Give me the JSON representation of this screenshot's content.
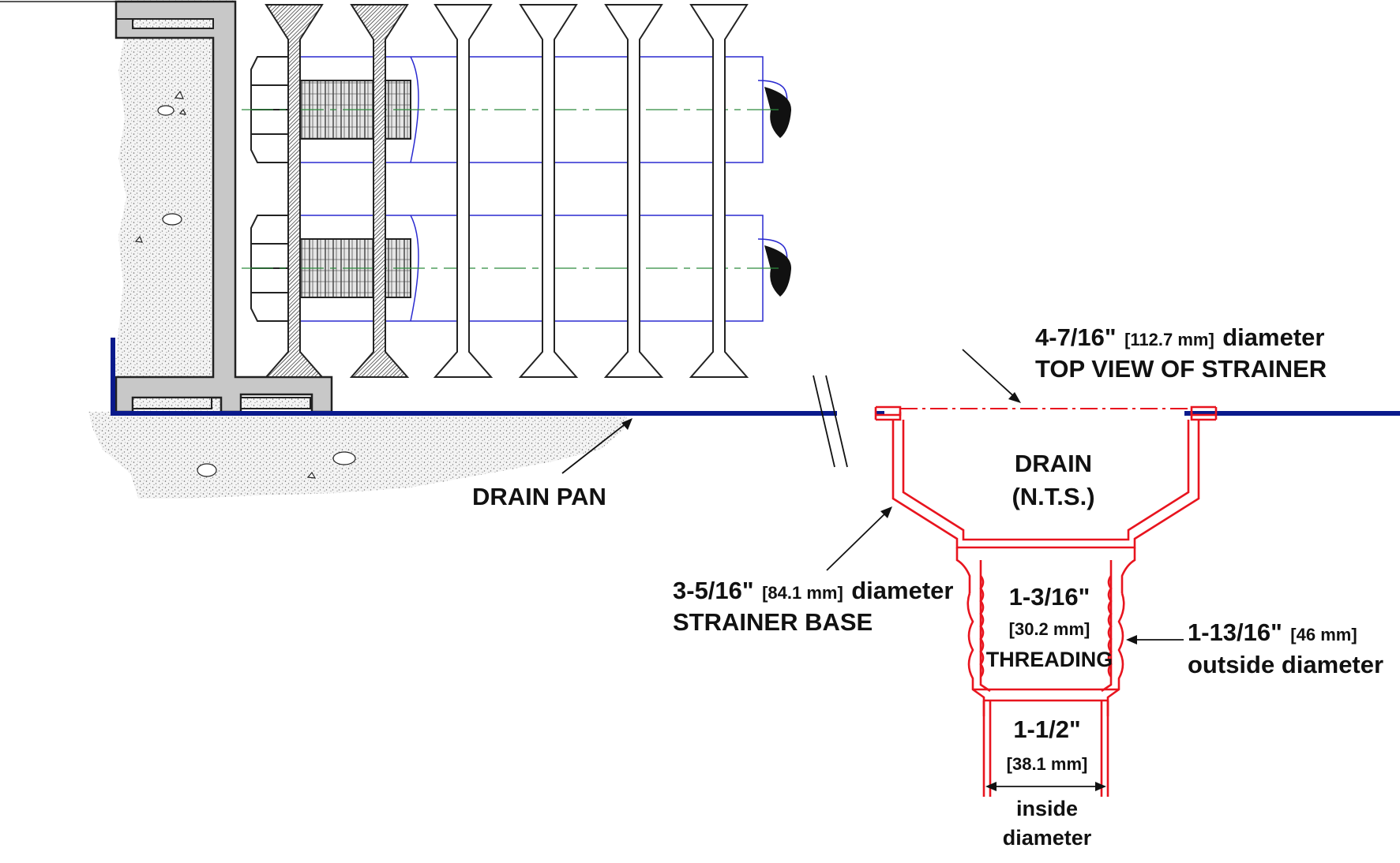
{
  "labels": {
    "top_view": {
      "size": "4-7/16\"",
      "metric": "[112.7 mm]",
      "suffix": "diameter",
      "line2": "TOP VIEW OF STRAINER"
    },
    "drain_pan": "DRAIN PAN",
    "drain": {
      "line1": "DRAIN",
      "line2": "(N.T.S.)"
    },
    "strainer_base": {
      "size": "3-5/16\"",
      "metric": "[84.1 mm]",
      "suffix": "diameter",
      "line2": "STRAINER BASE"
    },
    "threading": {
      "size": "1-3/16\"",
      "metric": "[30.2 mm]",
      "line3": "THREADING"
    },
    "outside_diameter": {
      "size": "1-13/16\"",
      "metric": "[46 mm]",
      "line2": "outside diameter"
    },
    "inside_diameter": {
      "size": "1-1/2\"",
      "metric": "[38.1 mm]",
      "line3": "inside",
      "line4": "diameter"
    }
  },
  "colors": {
    "drain_pan": "#0a1a8c",
    "drain": "#e8141e",
    "blue_outline": "#2a2ad0",
    "centerline": "#2e8b3e",
    "steel": "#c8c8c8",
    "ink": "#111111"
  }
}
